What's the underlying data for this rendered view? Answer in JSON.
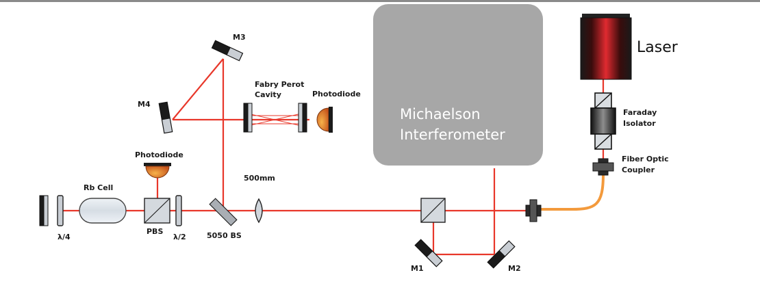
{
  "colors": {
    "beam": "#e8372a",
    "fiber": "#f39a3c",
    "interferometer_box": "#a7a7a7",
    "laser_body": "#161616",
    "laser_glow": "#d8262c",
    "optic_edge": "#222222",
    "optic_fill": "#c8cdd3",
    "photodiode": "#d9701f"
  },
  "labels": {
    "laser": "Laser",
    "faraday_isolator_line1": "Faraday",
    "faraday_isolator_line2": "Isolator",
    "fiber_coupler_line1": "Fiber Optic",
    "fiber_coupler_line2": "Coupler",
    "interferometer_line1": "Michaelson",
    "interferometer_line2": "Interferometer",
    "m1": "M1",
    "m2": "M2",
    "m3": "M3",
    "m4": "M4",
    "fabry_perot_line1": "Fabry Perot",
    "fabry_perot_line2": "Cavity",
    "photodiode_top": "Photodiode",
    "photodiode_bottom": "Photodiode",
    "lens": "500mm",
    "beam_splitter": "5050 BS",
    "half_wave": "λ/2",
    "pbs": "PBS",
    "rb_cell": "Rb Cell",
    "quarter_wave": "λ/4"
  }
}
